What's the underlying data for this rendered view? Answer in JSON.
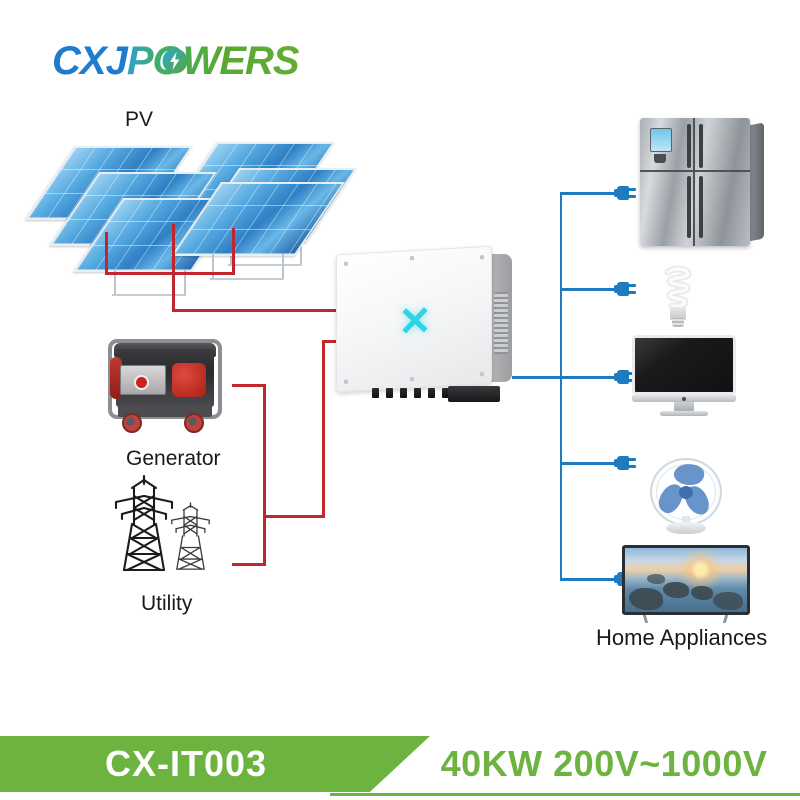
{
  "brand": {
    "logo_part_blue": "CXJ",
    "logo_part_green": "POWERS",
    "logo_full": "CXJPOWERS",
    "blue_hex": "#1f7bcf",
    "green_hex": "#5aa832"
  },
  "labels": {
    "pv": "PV",
    "generator": "Generator",
    "utility": "Utility",
    "home_appliances": "Home Appliances"
  },
  "inverter": {
    "logo_glyph": "✕",
    "logo_color_hex": "#2fd3e6",
    "name": "solar-inverter"
  },
  "wiring": {
    "dc_color_hex": "#c0262b",
    "ac_color_hex": "#1f7bbf",
    "dc_label": "red-dc-lines",
    "ac_label": "blue-ac-lines"
  },
  "appliances": [
    {
      "name": "refrigerator",
      "plug": "plug-icon"
    },
    {
      "name": "cfl-light-bulb",
      "plug": "plug-icon"
    },
    {
      "name": "computer-monitor",
      "plug": "plug-icon"
    },
    {
      "name": "table-fan",
      "plug": "plug-icon"
    },
    {
      "name": "television",
      "plug": "plug-icon"
    }
  ],
  "sources": [
    {
      "name": "pv-solar-array",
      "label": "PV",
      "panel_count": 6
    },
    {
      "name": "diesel-generator",
      "label": "Generator"
    },
    {
      "name": "utility-grid-towers",
      "label": "Utility",
      "tower_count": 2
    }
  ],
  "banner": {
    "model": "CX-IT003",
    "spec": "40KW 200V~1000V",
    "green_hex": "#6cb33f",
    "model_text_hex": "#ffffff"
  }
}
